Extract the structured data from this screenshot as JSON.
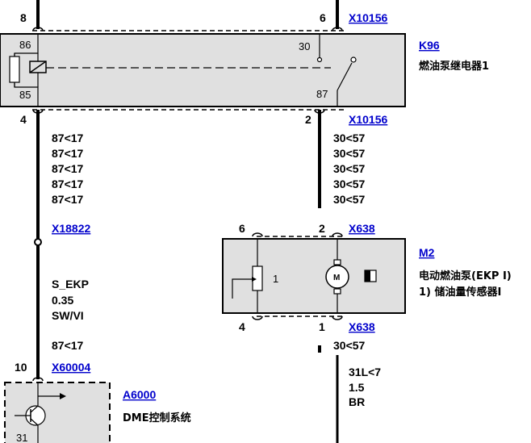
{
  "top": {
    "left_pin": "8",
    "right_pin": "6",
    "connector_link": "X10156"
  },
  "k96": {
    "link": "K96",
    "name": "燃油泵继电器1",
    "coil_terminal_top": "86",
    "coil_terminal_bottom": "85",
    "switch_terminal_top": "30",
    "switch_terminal_bottom": "87"
  },
  "below_k96": {
    "left_pin": "4",
    "right_pin": "2",
    "connector_link": "X10156"
  },
  "left_wire_labels": [
    "87<17",
    "87<17",
    "87<17",
    "87<17",
    "87<17"
  ],
  "right_wire_labels": [
    "30<57",
    "30<57",
    "30<57",
    "30<57",
    "30<57"
  ],
  "splice_link": "X18822",
  "left_wire_info": {
    "signal": "S_EKP",
    "gauge": "0.35",
    "color": "SW/VI",
    "lower_label": "87<17"
  },
  "a6000": {
    "pin": "10",
    "connector_link": "X60004",
    "link": "A6000",
    "name": "DME控制系统",
    "bottom_pin": "31"
  },
  "m2": {
    "top_left_pin": "6",
    "top_right_pin": "2",
    "top_connector_link": "X638",
    "link": "M2",
    "name_line1": "电动燃油泵(EKP I)",
    "name_line2": "1) 储油量传感器I",
    "sensor_label": "1",
    "motor_label": "M",
    "bottom_left_pin": "4",
    "bottom_right_pin": "1",
    "bottom_connector_link": "X638",
    "below_label": "30<57"
  },
  "ground_wire_info": {
    "label": "31L<7",
    "gauge": "1.5",
    "color": "BR"
  }
}
